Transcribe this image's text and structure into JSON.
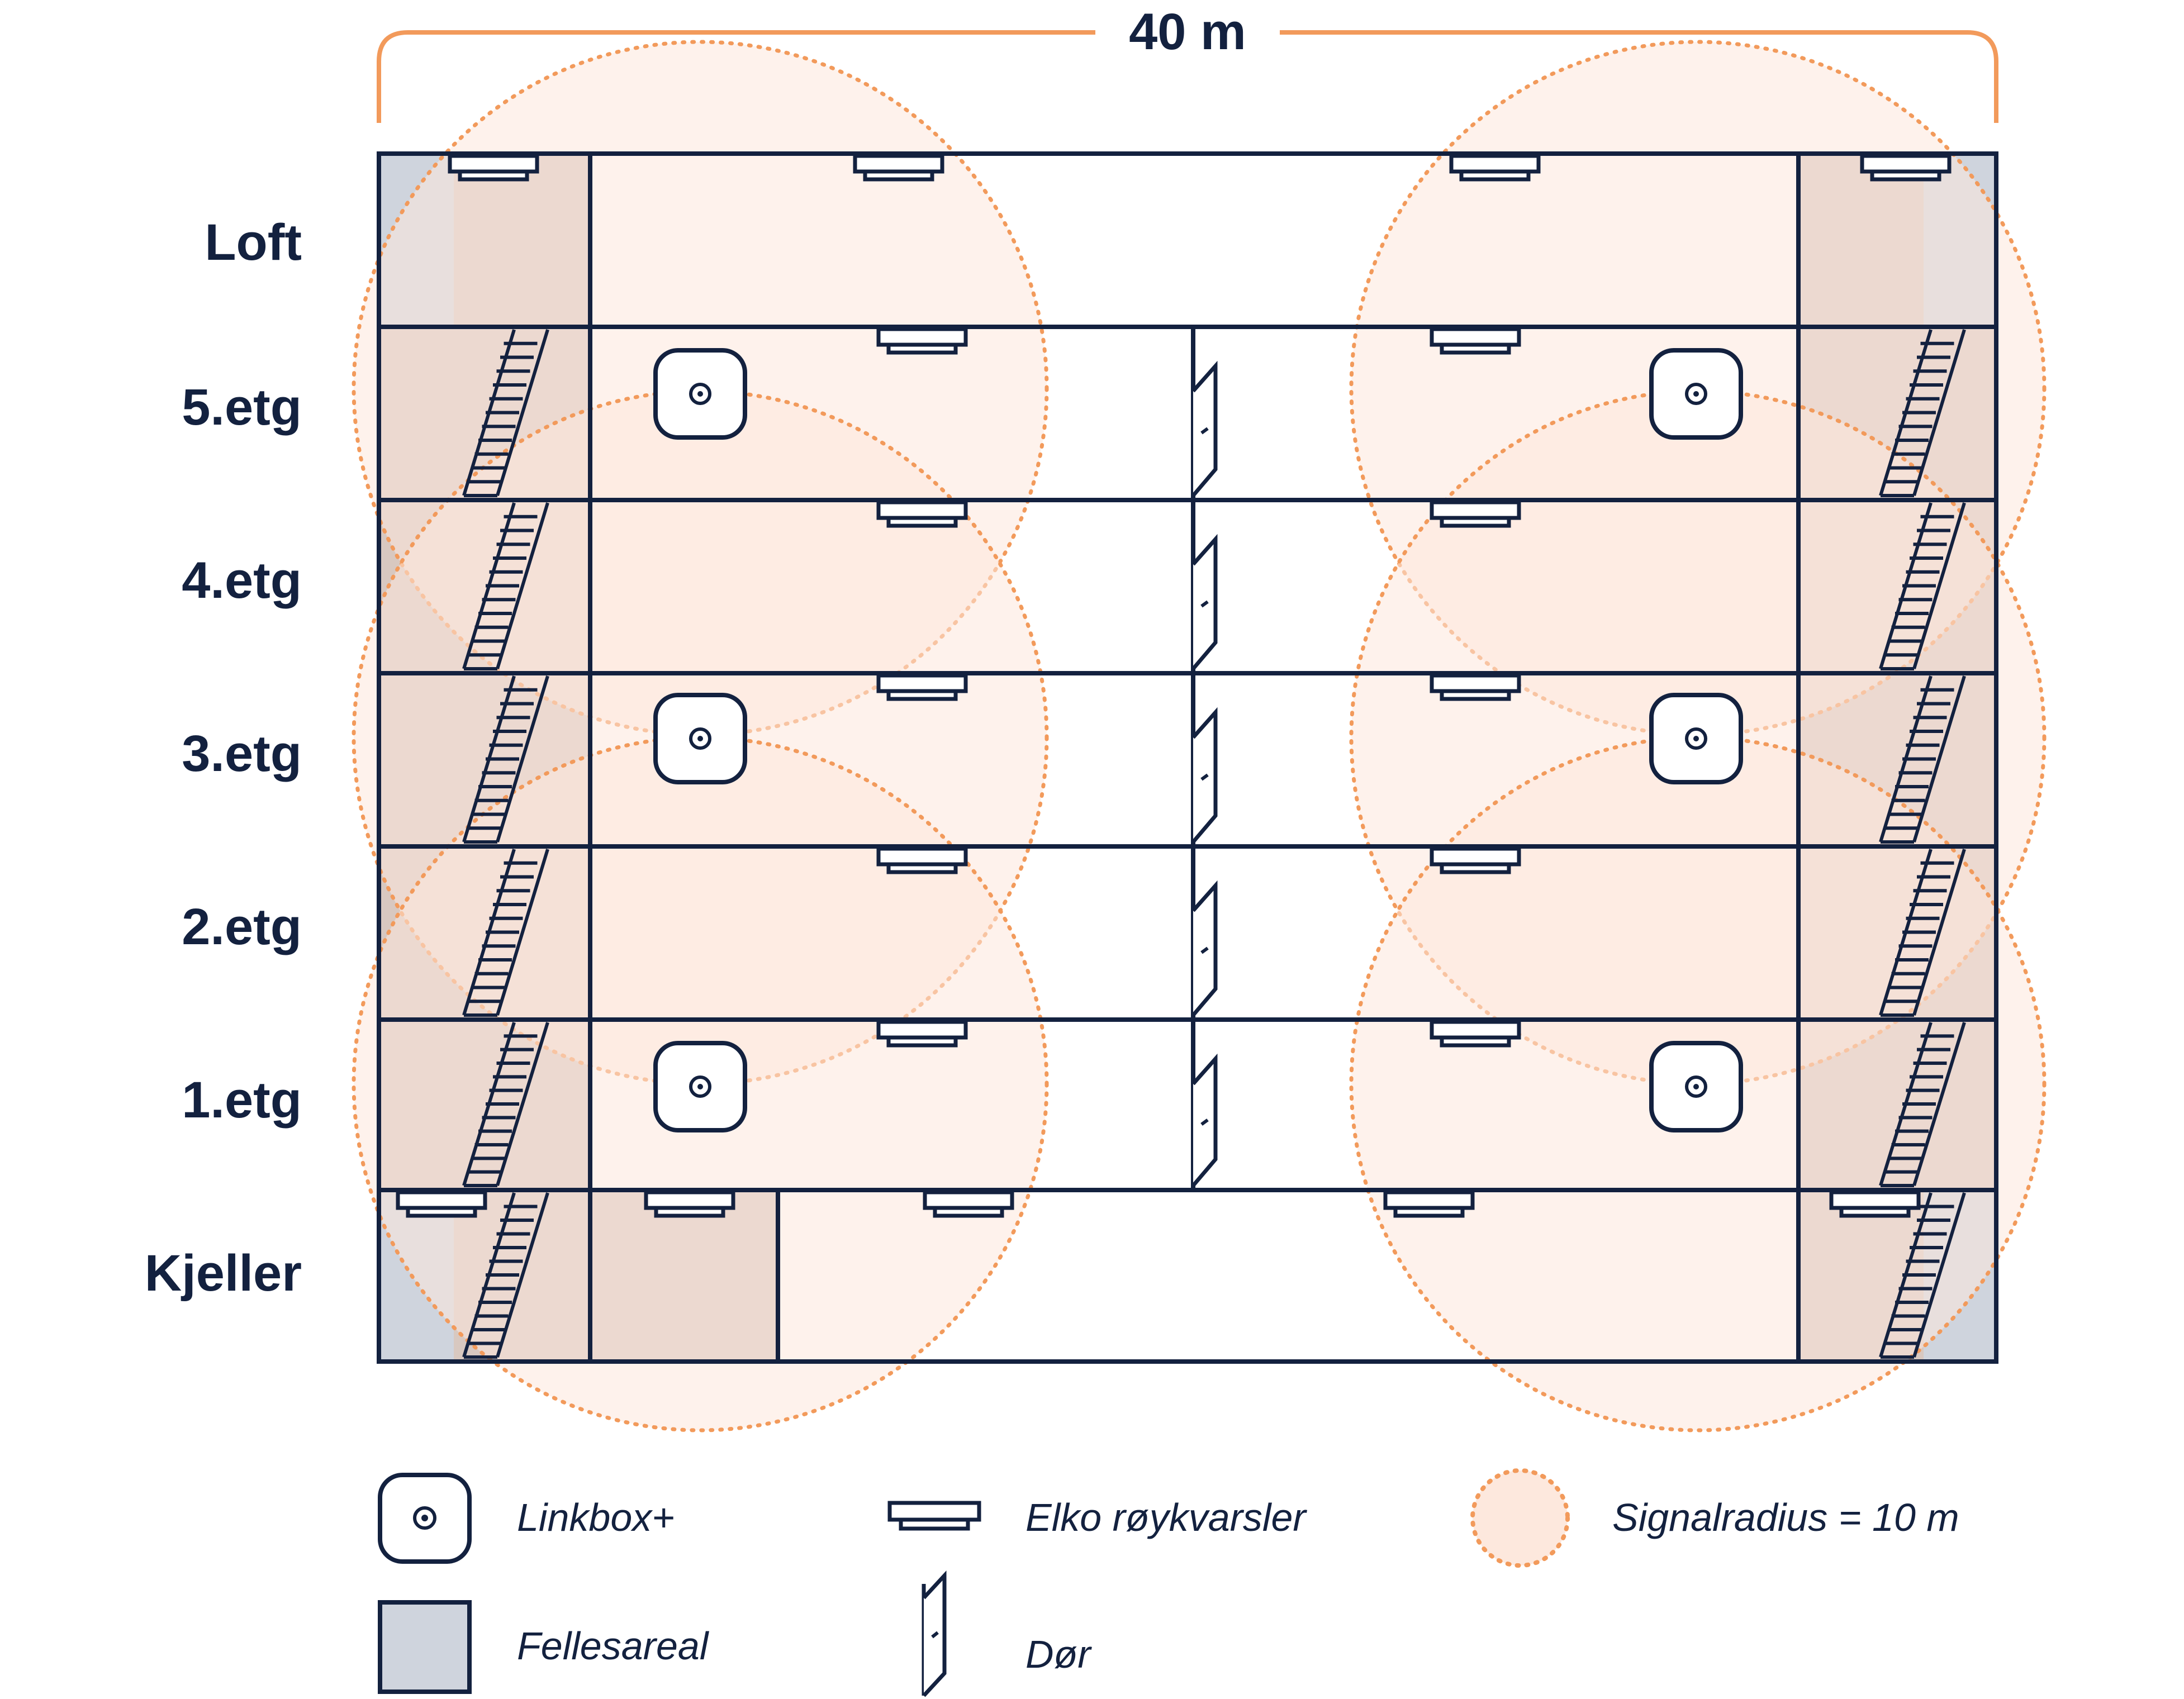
{
  "width_label": "40 m",
  "floors": [
    {
      "id": "loft",
      "label": "Loft"
    },
    {
      "id": "5etg",
      "label": "5.etg"
    },
    {
      "id": "4etg",
      "label": "4.etg"
    },
    {
      "id": "3etg",
      "label": "3.etg"
    },
    {
      "id": "2etg",
      "label": "2.etg"
    },
    {
      "id": "1etg",
      "label": "1.etg"
    },
    {
      "id": "kjeller",
      "label": "Kjeller"
    }
  ],
  "legend": {
    "linkbox": "Linkbox+",
    "smoke_alarm": "Elko røykvarsler",
    "signal_radius": "Signalradius = 10 m",
    "common_area": "Fellesareal",
    "door": "Dør"
  },
  "colors": {
    "ink": "#13213f",
    "signal_fill": "#fde8dd",
    "signal_stroke": "#f29a5b",
    "common_area": "#cfd4dd",
    "stairwell": "#d8c8c0",
    "background": "#ffffff"
  }
}
